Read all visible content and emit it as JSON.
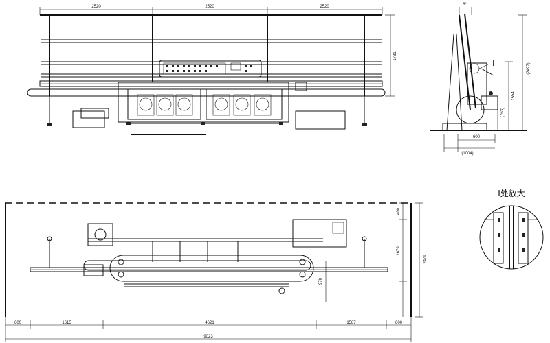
{
  "front_view": {
    "top_dims": [
      "2520",
      "2520",
      "2520"
    ],
    "height_dim": "1731"
  },
  "side_view": {
    "angle": "6°",
    "dim_2497": "(2497)",
    "dim_1554": "1554",
    "dim_763": "(763)",
    "dim_600": "600",
    "dim_1004": "(1004)",
    "callout": "I"
  },
  "plan_view": {
    "right_dims": [
      "400",
      "1679",
      "2479"
    ],
    "dim_970": "970",
    "bottom_dims": [
      "600",
      "1615",
      "4621",
      "1587",
      "600"
    ],
    "total": "9023"
  },
  "detail": {
    "title": "I处放大"
  }
}
